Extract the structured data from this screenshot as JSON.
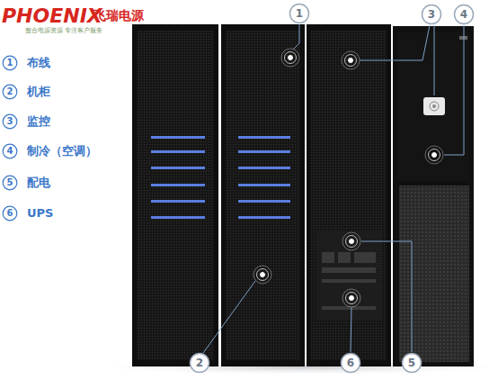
{
  "diagram": {
    "nodes": [
      {
        "text": [
          "1",
          "布线"
        ]
      },
      {
        "text": [
          "2",
          "机柜"
        ]
      },
      {
        "text": [
          "3",
          "监控"
        ]
      },
      {
        "text": [
          "4",
          "制冷（空调）"
        ]
      },
      {
        "text": [
          "5",
          "配电"
        ]
      },
      {
        "text": [
          "6",
          "UPS"
        ]
      },
      {
        "text": [
          "1"
        ]
      },
      {
        "text": [
          "3"
        ]
      },
      {
        "text": [
          "4"
        ]
      },
      {
        "text": [
          "2"
        ]
      },
      {
        "text": [
          "6"
        ]
      },
      {
        "text": [
          "5"
        ]
      }
    ],
    "labels": [
      "PHOENIX",
      "飞瑞电源",
      "整合电源资源 专注客户服务"
    ]
  }
}
